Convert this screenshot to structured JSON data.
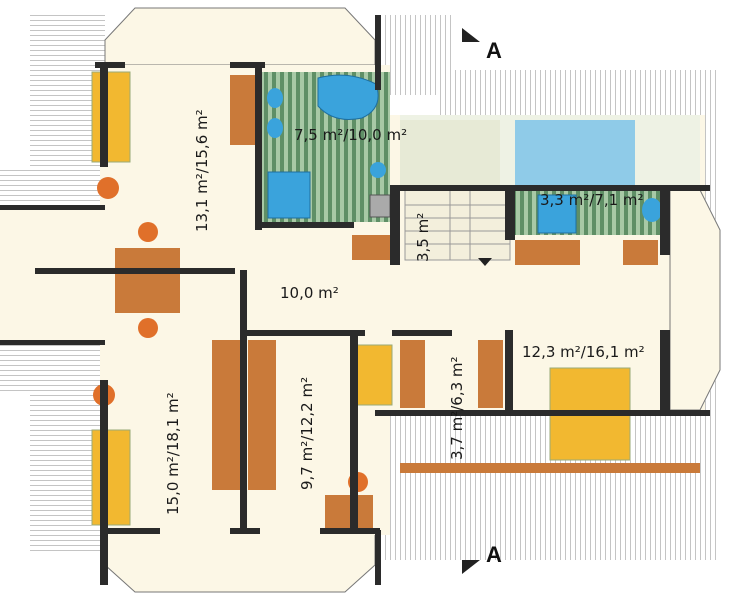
{
  "section_marks": {
    "top": "A",
    "bottom": "A"
  },
  "rooms": {
    "bedroom_top_left": "13,1 m²/15,6 m²",
    "bathroom_main": "7,5 m²/10,0 m²",
    "bathroom_small": "3,3 m²/7,1 m²",
    "stairs": "3,5 m²",
    "hall": "10,0 m²",
    "bedroom_right": "12,3 m²/16,1 m²",
    "bedroom_bottom_left": "15,0 m²/18,1 m²",
    "bedroom_bottom_middle": "9,7 m²/12,2 m²",
    "wardrobe": "3,7 m²/6,3 m²"
  },
  "colors": {
    "floor": "#fcf7e6",
    "wall": "#2b2b2b",
    "roof_hatch": "#8a8a8a",
    "bathroom_tile": "#6f9a73",
    "fixture": "#3aa3dc",
    "furniture_wood": "#c97a3a",
    "bed": "#f2b830",
    "chair": "#e0702a"
  }
}
